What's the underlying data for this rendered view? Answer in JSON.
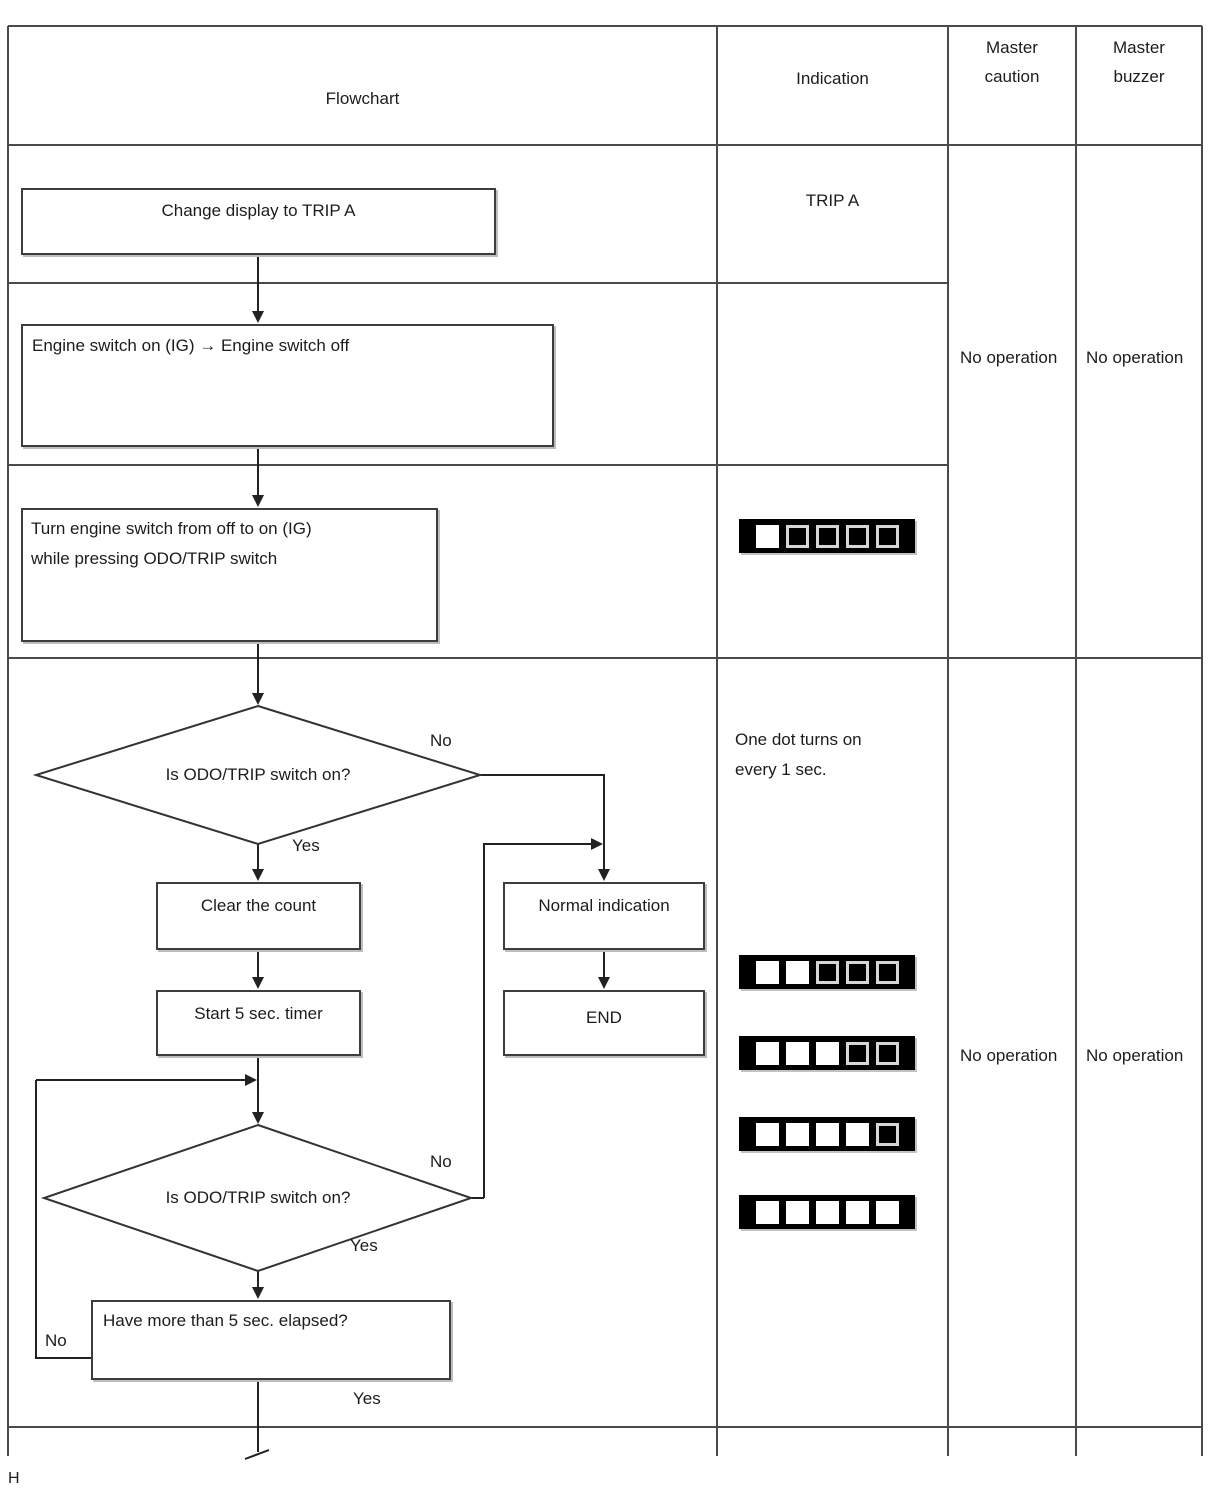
{
  "page": {
    "footer_mark": "H"
  },
  "colors": {
    "grid_line": "#4a4a4a",
    "flow_line": "#222222",
    "display_background": "#000000",
    "display_dot_on": "#ffffff"
  },
  "header": {
    "flowchart": "Flowchart",
    "indication": "Indication",
    "master_caution": "Master\ncaution",
    "master_buzzer": "Master\nbuzzer"
  },
  "flowchart": {
    "step1": "Change display to TRIP A",
    "step2": "Engine switch on (IG) → Engine switch off",
    "step3": "Turn engine switch from off to on (IG)\nwhile pressing ODO/TRIP switch",
    "decision1": "Is ODO/TRIP switch on?",
    "decision1_no": "No",
    "decision1_yes": "Yes",
    "clear_count": "Clear the count",
    "start_timer": "Start 5 sec. timer",
    "normal_indication": "Normal indication",
    "end": "END",
    "decision2": "Is ODO/TRIP switch on?",
    "decision2_no": "No",
    "decision2_yes": "Yes",
    "elapsed": "Have more than 5 sec. elapsed?",
    "elapsed_no": "No",
    "elapsed_yes": "Yes"
  },
  "indication": {
    "trip_a": "TRIP A",
    "dot_note": "One dot turns on\nevery 1 sec.",
    "displays": [
      {
        "name": "display-1-dot",
        "segments": [
          1,
          0,
          0,
          0,
          0
        ]
      },
      {
        "name": "display-2-dots",
        "segments": [
          1,
          1,
          0,
          0,
          0
        ]
      },
      {
        "name": "display-3-dots",
        "segments": [
          1,
          1,
          1,
          0,
          0
        ]
      },
      {
        "name": "display-4-dots",
        "segments": [
          1,
          1,
          1,
          1,
          0
        ]
      },
      {
        "name": "display-5-dots",
        "segments": [
          1,
          1,
          1,
          1,
          1
        ]
      }
    ]
  },
  "master_caution": {
    "rows_1_3": "No operation",
    "row_4": "No operation"
  },
  "master_buzzer": {
    "rows_1_3": "No operation",
    "row_4": "No operation"
  }
}
